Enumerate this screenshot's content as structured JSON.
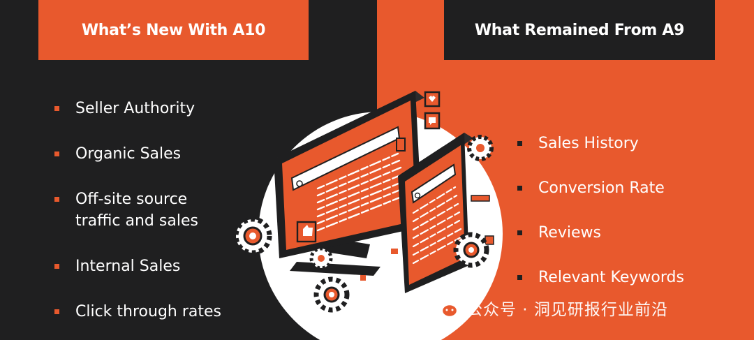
{
  "left": {
    "title": "What’s New With A10",
    "items": [
      {
        "label": "Seller Authority"
      },
      {
        "label": "Organic Sales"
      },
      {
        "label": "Off-site source",
        "label_line2": "traffic and sales"
      },
      {
        "label": "Internal Sales"
      },
      {
        "label": "Click through rates"
      }
    ]
  },
  "right": {
    "title": "What Remained From A9",
    "items": [
      {
        "label": "Sales History"
      },
      {
        "label": "Conversion Rate"
      },
      {
        "label": "Reviews"
      },
      {
        "label": "Relevant Keywords"
      }
    ]
  },
  "watermark": {
    "text": "公众号 · 洞见研报行业前沿",
    "icon": "wechat-icon"
  },
  "colors": {
    "orange": "#e8592d",
    "dark": "#1f1f20",
    "white": "#ffffff"
  },
  "illustration": {
    "icons": [
      "desktop-monitor-icon",
      "tablet-icon",
      "gear-icon",
      "search-icon",
      "thumbs-up-icon",
      "heart-icon",
      "message-icon"
    ]
  }
}
